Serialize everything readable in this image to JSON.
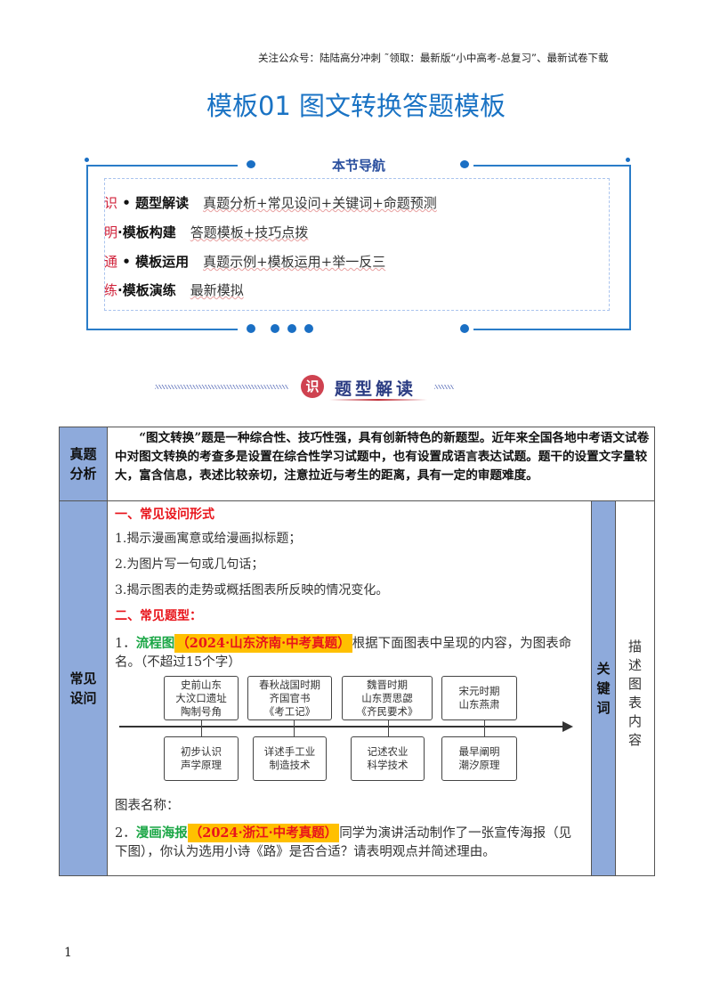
{
  "header": {
    "notice": "关注公众号：陆陆高分冲刺 ˜领取：最新版“小中高考-总复习”、最新试卷下载"
  },
  "title": "模板01  图文转换答题模板",
  "nav": {
    "title": "本节导航",
    "items": [
      {
        "key": "识",
        "sep": " • ",
        "heading": "题型解读",
        "desc": "真题分析+常见设问+关键词+命题预测"
      },
      {
        "key": "明",
        "sep": "·",
        "heading": "模板构建",
        "desc": "答题模板+技巧点拨"
      },
      {
        "key": "通",
        "sep": " • ",
        "heading": "模板运用",
        "desc": "真题示例+模板运用+举一反三"
      },
      {
        "key": "练",
        "sep": "·",
        "heading": "模板演练",
        "desc": "最新模拟"
      }
    ]
  },
  "section": {
    "seal": "识",
    "title": "题型解读"
  },
  "table": {
    "row1": {
      "label": "真题分析",
      "text": "“图文转换”题是一种综合性、技巧性强，具有创新特色的新题型。近年来全国各地中考语文试卷中对图文转换的考查多是设置在综合性学习试题中，也有设置成语言表达试题。题干的设置文字量较大，富含信息，表述比较亲切，注意拉近与考生的距离，具有一定的审题难度。"
    },
    "row2": {
      "label": "常见设问",
      "h1": "一、常见设问形式",
      "forms": [
        "1.揭示漫画寓意或给漫画拟标题；",
        "2.为图片写一句或几句话；",
        "3.揭示图表的走势或概括图表所反映的情况变化。"
      ],
      "h2": "二、常见题型：",
      "q1": {
        "num": "1．",
        "type": "流程图",
        "source": "（2024·山东济南·中考真题）",
        "text": "根据下面图表中呈现的内容，为图表命名。（不超过15个字）"
      },
      "flow": {
        "top": [
          [
            "史前山东",
            "大汶口遗址",
            "陶制号角"
          ],
          [
            "春秋战国时期",
            "齐国官书",
            "《考工记》"
          ],
          [
            "魏晋时期",
            "山东贾思勰",
            "《齐民要术》"
          ],
          [
            "宋元时期",
            "山东燕肃"
          ]
        ],
        "bottom": [
          [
            "初步认识",
            "声学原理"
          ],
          [
            "详述手工业",
            "制造技术"
          ],
          [
            "记述农业",
            "科学技术"
          ],
          [
            "最早阐明",
            "潮汐原理"
          ]
        ]
      },
      "answer_label": "图表名称：",
      "q2": {
        "num": "2．",
        "type": "漫画海报",
        "source": "（2024·浙江·中考真题）",
        "text": "同学为演讲活动制作了一张宣传海报（见下图），你认为选用小诗《路》是否合适？请表明观点并简述理由。"
      },
      "keyword_label": "关键词",
      "keyword": "描述图表内容"
    }
  },
  "page_number": "1"
}
